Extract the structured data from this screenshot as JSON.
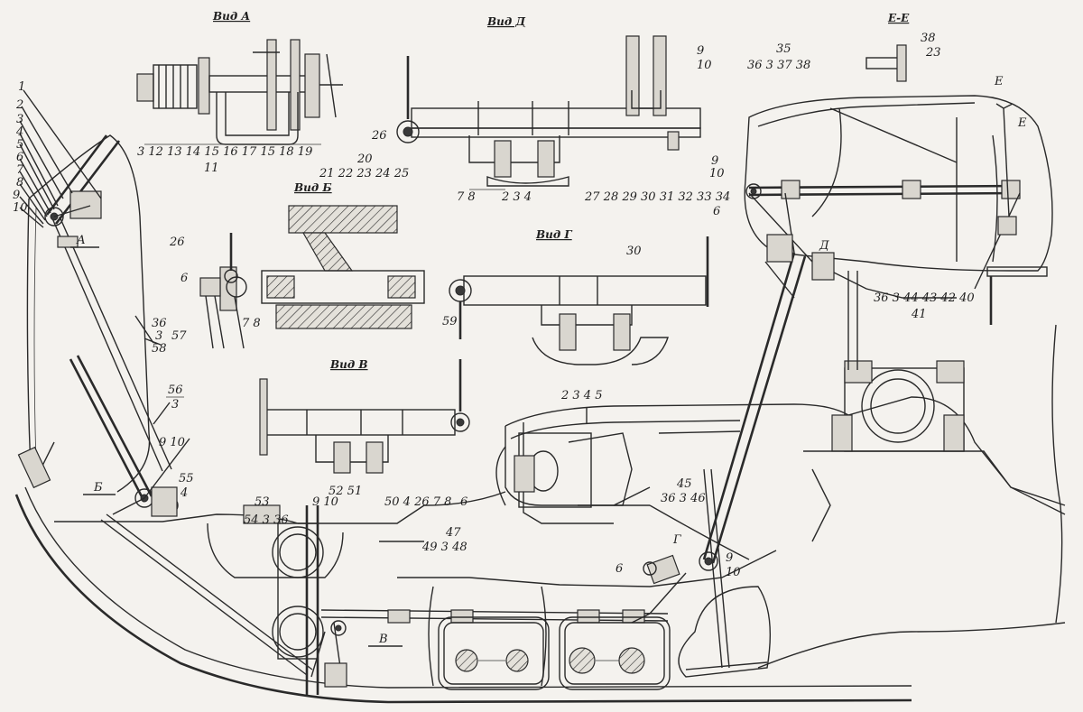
{
  "views": {
    "view_a": "Вид А",
    "view_d": "Вид Д",
    "view_b": "Вид Б",
    "view_g": "Вид Г",
    "view_v": "Вид В",
    "section_ee": "Е-Е"
  },
  "arrows": {
    "a": "А",
    "b": "Б",
    "v": "В",
    "g": "Г",
    "d": "Д",
    "e1": "Е",
    "e2": "Е"
  },
  "callouts": {
    "c1": "1",
    "c2": "2",
    "c3": "3",
    "c4": "4",
    "c5": "5",
    "c6": "6",
    "c7": "7",
    "c8": "8",
    "c9": "9",
    "c10": "10",
    "c36_57": "36",
    "c3_57": "3",
    "c58": "58",
    "c57": "57",
    "c56": "56",
    "c3_56": "3",
    "c9_10": "9 10",
    "c55": "55",
    "c4_55": "4",
    "c53": "53",
    "c54_3_36": "54 3 36",
    "c9_10b": "9 10",
    "c47": "47",
    "c49_3_48": "49 3 48",
    "c6r": "6",
    "c9r": "9",
    "c10r": "10",
    "c45": "45",
    "c36_3_46": "36 3 46",
    "va_row": "3 12 13 14 15 16 17 15 18 19",
    "va_11": "11",
    "vd_9": "9",
    "vd_10": "10",
    "vd_26": "26",
    "vd_78": "7 8",
    "vd_234": "2 3 4",
    "vd_row": "27 28 29 30 31 32 33 34",
    "vb_20": "20",
    "vb_row": "21 22 23 24 25",
    "vb_26": "26",
    "vb_6": "6",
    "vb_78": "7 8",
    "vg_59": "59",
    "vg_30": "30",
    "vg_2345": "2 3 4 5",
    "vv_row": "52 51",
    "vv_row2": "50 4 26 7 8",
    "vv_6": "6",
    "ee_35": "35",
    "ee_row": "36 3 37 38",
    "ee_38": "38",
    "ee_23": "23",
    "ee_9": "9",
    "ee_10": "10",
    "ee_6": "6",
    "ee_row2": "36 3 44 43 42 40",
    "ee_41": "41"
  }
}
